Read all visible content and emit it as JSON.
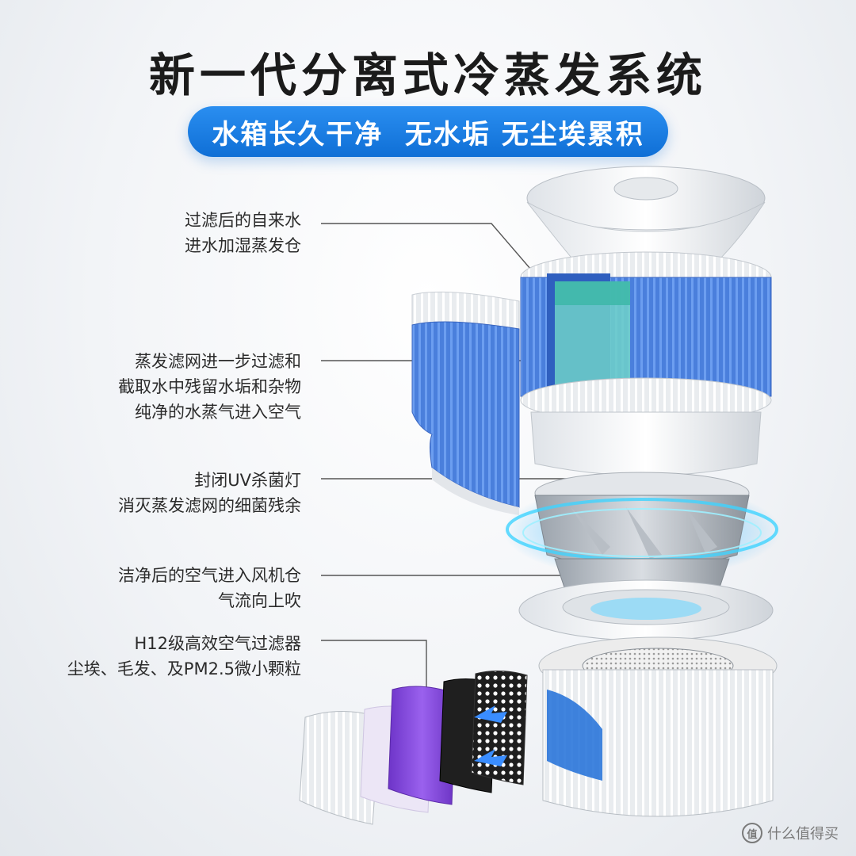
{
  "headline": "新一代分离式冷蒸发系统",
  "tagline": "水箱长久干净  无水垢 无尘埃累积",
  "callouts": [
    {
      "line1": "过滤后的自来水",
      "line2": "进水加湿蒸发仓",
      "line3": ""
    },
    {
      "line1": "蒸发滤网进一步过滤和",
      "line2": "截取水中残留水垢和杂物",
      "line3": "纯净的水蒸气进入空气"
    },
    {
      "line1": "封闭UV杀菌灯",
      "line2": "消灭蒸发滤网的细菌残余",
      "line3": ""
    },
    {
      "line1": "洁净后的空气进入风机仓",
      "line2": "气流向上吹",
      "line3": ""
    },
    {
      "line1": "H12级高效空气过滤器",
      "line2": "尘埃、毛发、及PM2.5微小颗粒",
      "line3": ""
    }
  ],
  "watermark": "什么值得买",
  "watermark_badge": "值",
  "colors": {
    "accent_blue": "#1477e0",
    "filter_blue": "#4a86e8",
    "purple_filter": "#8a4be0",
    "text_dark": "#1b1b1b"
  }
}
